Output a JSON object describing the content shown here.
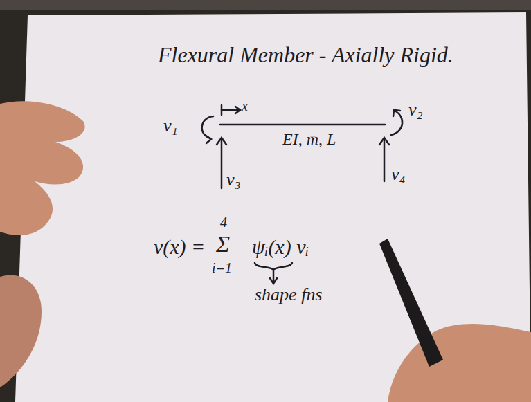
{
  "diagram": {
    "title": "Flexural Member - Axially Rigid.",
    "labels": [
      "v₁",
      "x",
      "v₂",
      "EI, m̄, L",
      "v₃",
      "v₄",
      "v(x) =",
      "4",
      "Σ",
      "i=1",
      "ψᵢ(x) vᵢ",
      "shape fns"
    ]
  }
}
